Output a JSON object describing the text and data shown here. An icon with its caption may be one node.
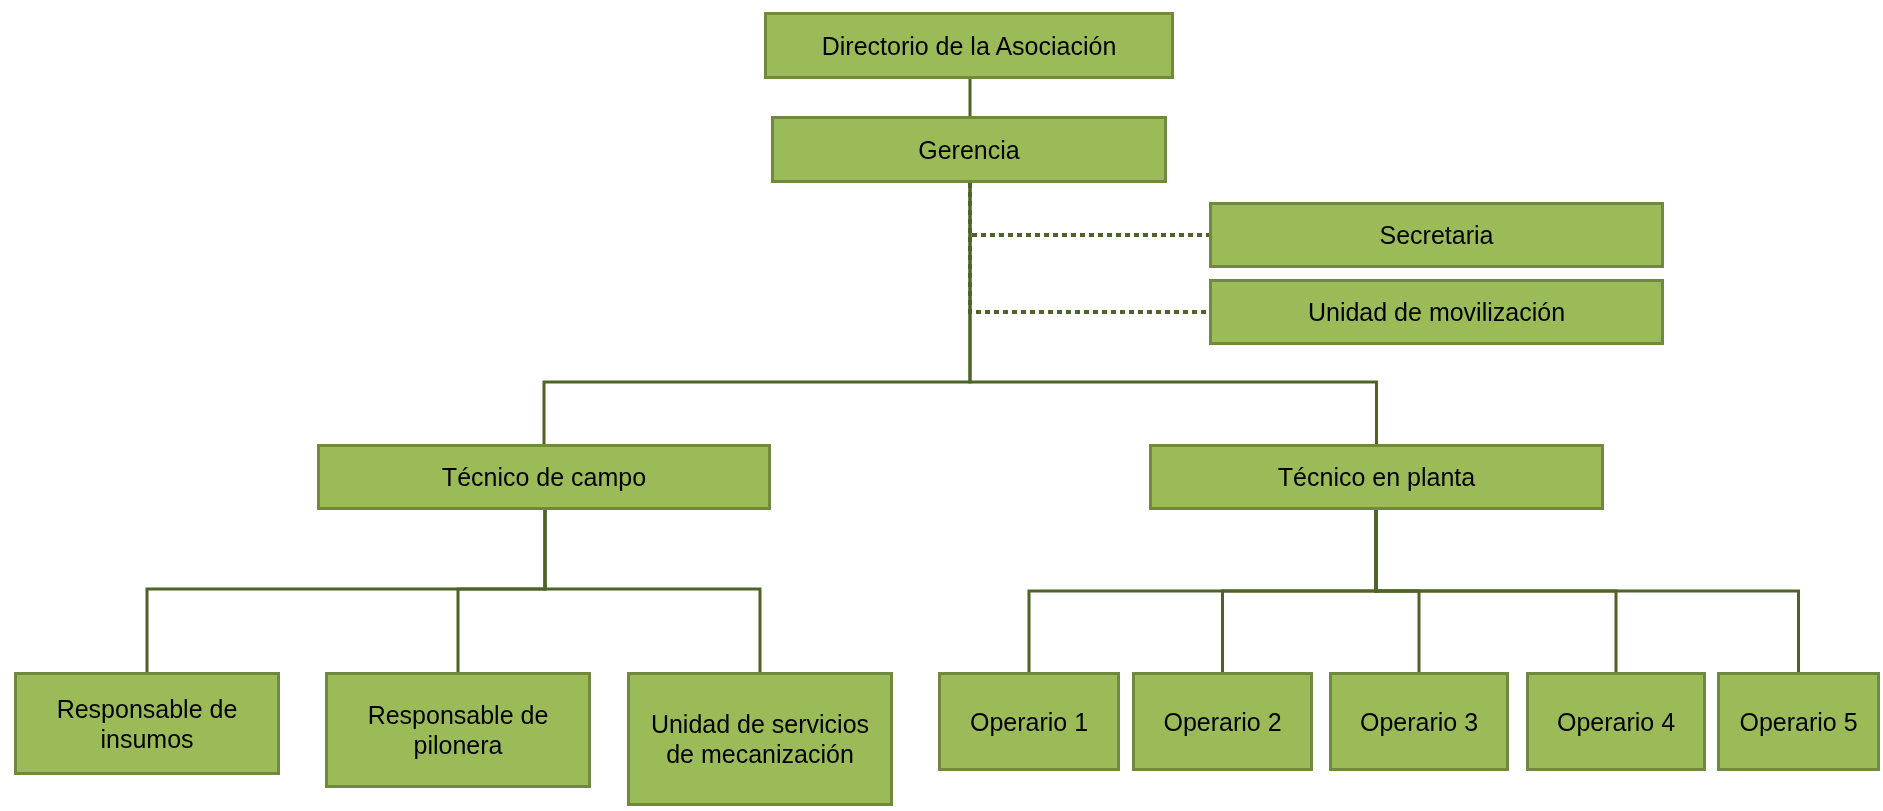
{
  "diagram": {
    "nodes": [
      {
        "text": [
          "Directorio de la Asociación"
        ]
      },
      {
        "text": [
          "Gerencia"
        ]
      },
      {
        "text": [
          "Secretaria"
        ]
      },
      {
        "text": [
          "Unidad de movilización"
        ]
      },
      {
        "text": [
          "Técnico de campo"
        ]
      },
      {
        "text": [
          "Técnico en planta"
        ]
      },
      {
        "text": [
          "Responsable de insumos"
        ]
      },
      {
        "text": [
          "Responsable de pilonera"
        ]
      },
      {
        "text": [
          "Unidad de servicios de mecanización"
        ]
      },
      {
        "text": [
          "Operario 1"
        ]
      },
      {
        "text": [
          "Operario 2"
        ]
      },
      {
        "text": [
          "Operario 3"
        ]
      },
      {
        "text": [
          "Operario 4"
        ]
      },
      {
        "text": [
          "Operario 5"
        ]
      }
    ],
    "edges": [
      {
        "from": 0,
        "to": 1,
        "arrow": "none"
      },
      {
        "from": 1,
        "to": 2,
        "arrow": "none",
        "style": "dashed"
      },
      {
        "from": 1,
        "to": 3,
        "arrow": "none",
        "style": "dashed"
      },
      {
        "from": 1,
        "to": 4,
        "arrow": "none"
      },
      {
        "from": 1,
        "to": 5,
        "arrow": "none"
      },
      {
        "from": 4,
        "to": 6,
        "arrow": "none"
      },
      {
        "from": 4,
        "to": 7,
        "arrow": "none"
      },
      {
        "from": 4,
        "to": 8,
        "arrow": "none"
      },
      {
        "from": 5,
        "to": 9,
        "arrow": "none"
      },
      {
        "from": 5,
        "to": 10,
        "arrow": "none"
      },
      {
        "from": 5,
        "to": 11,
        "arrow": "none"
      },
      {
        "from": 5,
        "to": 12,
        "arrow": "none"
      },
      {
        "from": 5,
        "to": 13,
        "arrow": "none"
      }
    ]
  }
}
